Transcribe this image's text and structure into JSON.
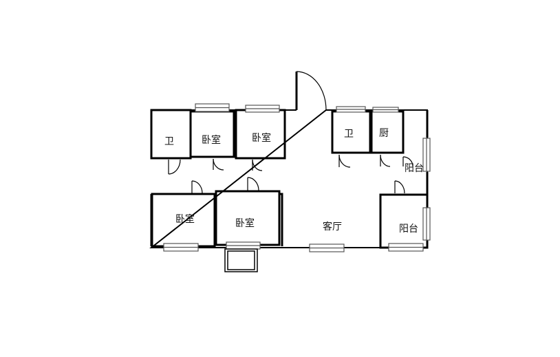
{
  "rooms": {
    "bath_left": "卫",
    "bedroom_top_1": "卧室",
    "bedroom_top_2": "卧室",
    "bath_right": "卫",
    "kitchen": "厨",
    "balcony_top": "阳台",
    "bedroom_bottom_1": "卧室",
    "bedroom_bottom_2": "卧室",
    "living_room": "客厅",
    "balcony_bottom": "阳台"
  },
  "colors": {
    "wall": "#000000",
    "window_fill": "#ffffff",
    "window_line": "#555555"
  }
}
